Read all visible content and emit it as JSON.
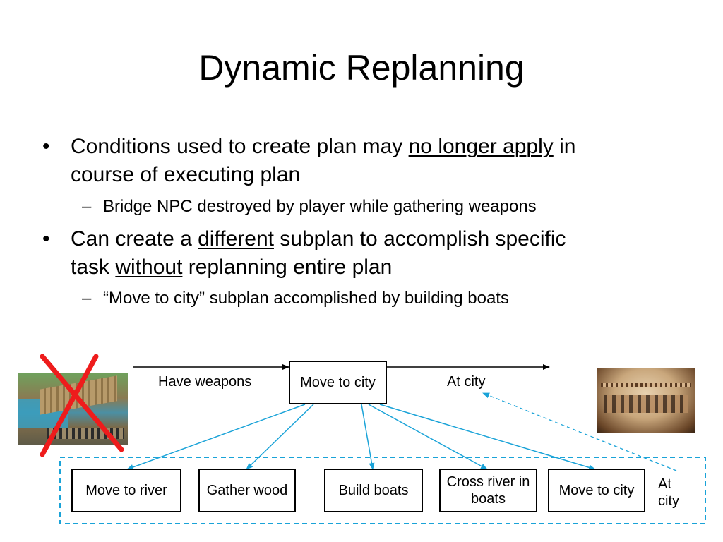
{
  "slide": {
    "title": "Dynamic Replanning",
    "bullets": [
      {
        "text_before": "Conditions used to create plan may ",
        "underlined": "no longer apply",
        "text_after": " in",
        "continuation": "course of executing plan",
        "sub": "Bridge NPC destroyed by player while gathering weapons"
      },
      {
        "text_before": "Can create a ",
        "underlined": "different",
        "text_after": " subplan to accomplish specific",
        "continuation_before": "task ",
        "continuation_underlined": "without",
        "continuation_after": " replanning entire plan",
        "sub": "“Move to city” subplan accomplished by building boats"
      }
    ],
    "bullet_symbol": "•",
    "dash_symbol": "–"
  },
  "diagram": {
    "top_node": "Move to city",
    "left_label": "Have weapons",
    "right_label": "At city",
    "subplan_nodes": [
      "Move to river",
      "Gather wood",
      "Build boats",
      "Cross river in boats",
      "Move to city"
    ],
    "subplan_end_label": "At city",
    "images": [
      {
        "name": "bridge-image",
        "crossed_out": true
      },
      {
        "name": "boats-image",
        "crossed_out": false
      }
    ]
  },
  "colors": {
    "arrow_blue": "#1aa3d8",
    "dashed_box": "#1aa3d8",
    "cross_red": "#ee1c1c",
    "text": "#000000"
  }
}
